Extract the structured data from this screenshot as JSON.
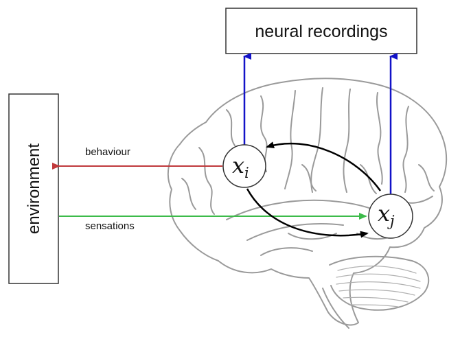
{
  "boxes": {
    "environment": "environment",
    "recordings": "neural recordings"
  },
  "nodes": {
    "xi": {
      "base": "x",
      "sub": "i"
    },
    "xj": {
      "base": "x",
      "sub": "j"
    }
  },
  "edges": {
    "behaviour": "behaviour",
    "sensations": "sensations"
  },
  "colors": {
    "behaviour": "#c0393b",
    "sensations": "#3dbb4a",
    "recording": "#1212c8",
    "feedback": "#000000",
    "brain": "#9a9a9a"
  }
}
